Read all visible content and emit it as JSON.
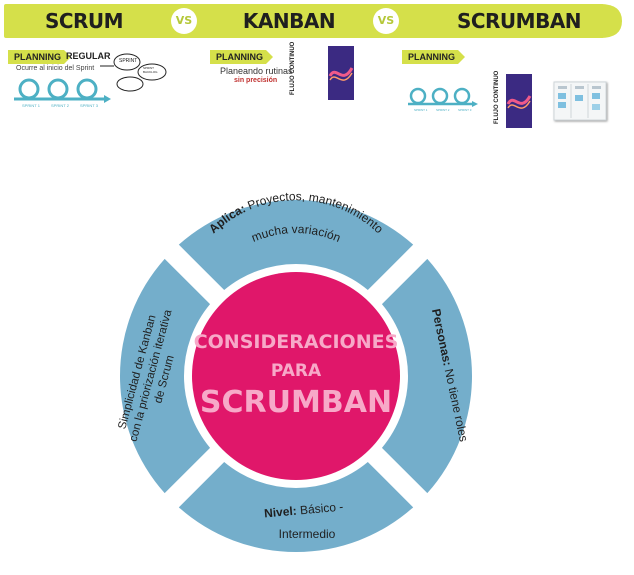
{
  "header": {
    "scrum": "SCRUM",
    "vs1": "VS",
    "kanban": "KANBAN",
    "vs2": "VS",
    "scrumban": "SCRUMBAN",
    "bar_color": "#d5e04a"
  },
  "scrum_panel": {
    "tag": "PLANNING",
    "tag_suffix": "REGULAR",
    "subtitle": "Ocurre al inicio del Sprint",
    "bubble_sprint": "SPRINT",
    "bubble_small": "SPRINT\nBACKLOG",
    "sprint_labels": [
      "SPRINT 1",
      "SPRINT 2",
      "SPRINT 3"
    ]
  },
  "kanban_panel": {
    "tag": "PLANNING",
    "line1": "Planeando rutinas",
    "line2": "sin precisión",
    "flow_label": "FLUJO CONTINUO"
  },
  "scrumban_panel": {
    "tag": "PLANNING",
    "sprint_labels": [
      "SPRINT 1",
      "SPRINT 2",
      "SPRINT 3"
    ],
    "flow_label": "FLUJO CONTINUO"
  },
  "center": {
    "line1": "CONSIDERACIONES",
    "line2": "PARA",
    "line3": "SCRUMBAN",
    "color": "#e0176a"
  },
  "segments": {
    "top": {
      "bold": "Aplica:",
      "rest": " Proyectos, mantenimiento",
      "line2": "mucha variación"
    },
    "right": {
      "bold": "Personas:",
      "rest": " No tiene roles"
    },
    "bottom": {
      "bold": "Nivel:",
      "rest": " Básico -",
      "line2": "Intermedio"
    },
    "left": {
      "line1": "Simplicidad de Kanban",
      "line2": "con la priorización iterativa",
      "line3": "de Scrum"
    },
    "color": "#74aecb"
  },
  "colors": {
    "accent": "#d5e04a",
    "ring": "#74aecb",
    "center": "#e0176a",
    "flow": "#3b2a82"
  }
}
